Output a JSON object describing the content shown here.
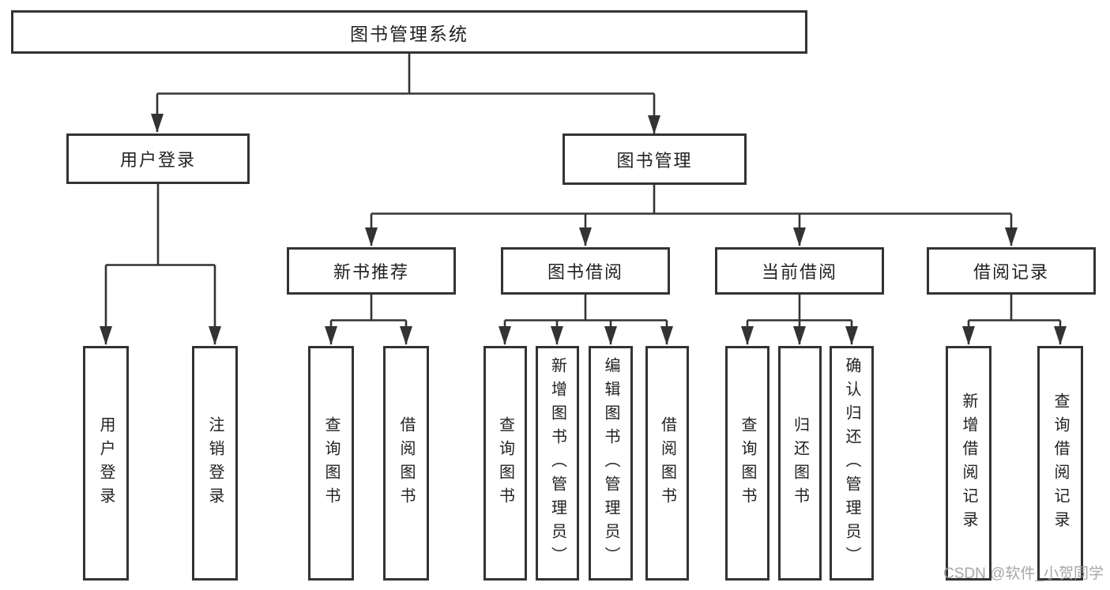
{
  "diagram_type": "tree-diagram",
  "colors": {
    "line": "#333333",
    "text": "#222222",
    "background": "#ffffff",
    "watermark": "#9e9e9e"
  },
  "watermark": {
    "text": "CSDN @软件_小贺同学"
  },
  "tree": {
    "label": "图书管理系统",
    "children": [
      {
        "label": "用户登录",
        "children": [
          {
            "label": "用户登录"
          },
          {
            "label": "注销登录"
          }
        ]
      },
      {
        "label": "图书管理",
        "children": [
          {
            "label": "新书推荐",
            "children": [
              {
                "label": "查询图书"
              },
              {
                "label": "借阅图书"
              }
            ]
          },
          {
            "label": "图书借阅",
            "children": [
              {
                "label": "查询图书"
              },
              {
                "label": "新增图书（管理员）"
              },
              {
                "label": "编辑图书（管理员）"
              },
              {
                "label": "借阅图书"
              }
            ]
          },
          {
            "label": "当前借阅",
            "children": [
              {
                "label": "查询图书"
              },
              {
                "label": "归还图书"
              },
              {
                "label": "确认归还（管理员）"
              }
            ]
          },
          {
            "label": "借阅记录",
            "children": [
              {
                "label": "新增借阅记录"
              },
              {
                "label": "查询借阅记录"
              }
            ]
          }
        ]
      }
    ]
  }
}
